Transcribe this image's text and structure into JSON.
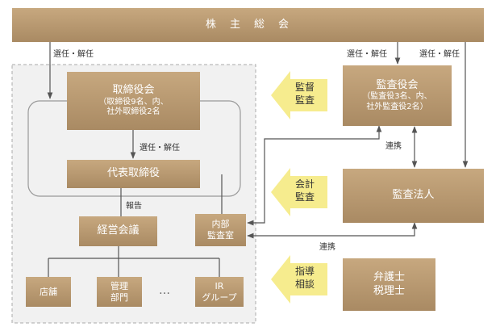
{
  "top": {
    "label": "株　主　総　会"
  },
  "labels": {
    "appoint_left": "選任・解任",
    "appoint_mid": "選任・解任",
    "appoint_right_1": "選任・解任",
    "appoint_right_2": "選任・解任",
    "report": "報告",
    "coop_1": "連携",
    "coop_2": "連携",
    "dots": "…"
  },
  "board": {
    "title": "取締役会",
    "detail": [
      "（取締役9名、内、",
      "社外取締役2名"
    ]
  },
  "rep": {
    "title": "代表取締役"
  },
  "meeting": {
    "title": "経営会議"
  },
  "internal_audit": {
    "lines": [
      "内部",
      "監査室"
    ]
  },
  "auditors": {
    "title": "監査役会",
    "detail": [
      "（監査役3名、内、",
      "社外監査役2名）"
    ]
  },
  "audit_corp": {
    "title": "監査法人"
  },
  "lawyer": {
    "lines": [
      "弁護士",
      "税理士"
    ]
  },
  "depts": [
    {
      "lines": [
        "店舗"
      ]
    },
    {
      "lines": [
        "管理",
        "部門"
      ]
    },
    {
      "lines": [
        "IR",
        "グループ"
      ]
    }
  ],
  "arrows": [
    {
      "lines": [
        "監督",
        "監査"
      ]
    },
    {
      "lines": [
        "会計",
        "監査"
      ]
    },
    {
      "lines": [
        "指導",
        "相談"
      ]
    }
  ],
  "colors": {
    "box": "#b89a72",
    "arrow": "#f6ec8e",
    "line": "#555555",
    "dashed": "#aaaaaa"
  }
}
